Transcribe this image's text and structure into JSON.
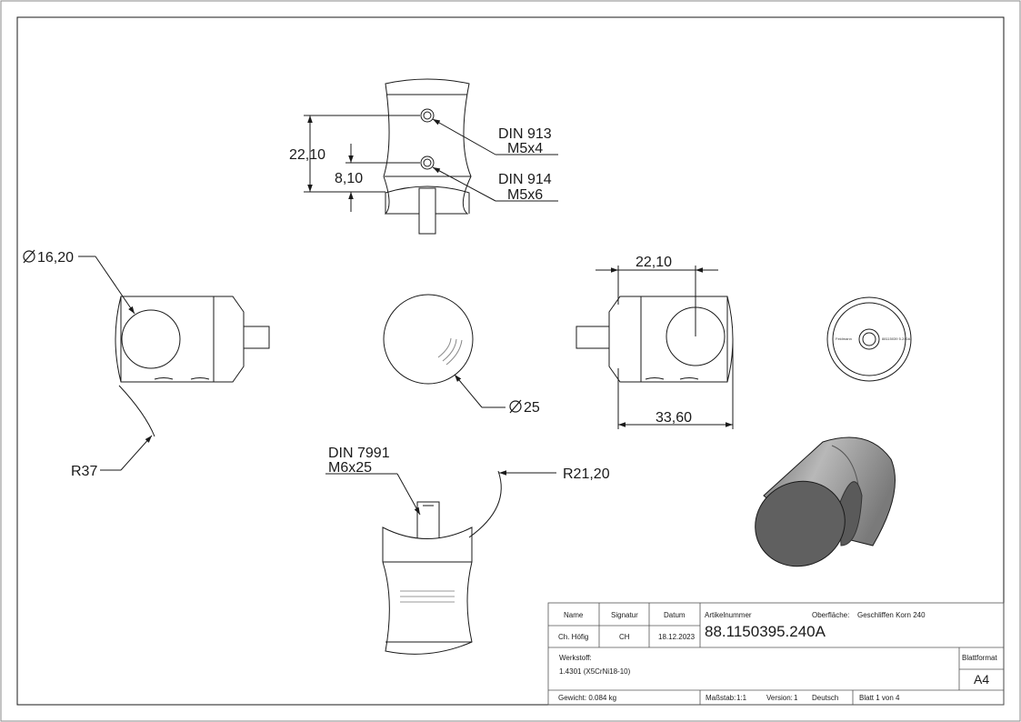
{
  "dimensions": {
    "dim_22_10_vertical": "22,10",
    "dim_8_10": "8,10",
    "din913_line1": "DIN 913",
    "din913_line2": "M5x4",
    "din914_line1": "DIN 914",
    "din914_line2": "M5x6",
    "diameter_16_20": "16,20",
    "diameter_25": "25",
    "r37": "R37",
    "dim_22_10_horizontal": "22,10",
    "dim_33_60": "33,60",
    "din7991_line1": "DIN 7991",
    "din7991_line2": "M6x25",
    "r21_20": "R21,20"
  },
  "engraving": {
    "left": "Feldmann",
    "right": "88115039 5.240A"
  },
  "title_block": {
    "name_header": "Name",
    "signature_header": "Signatur",
    "date_header": "Datum",
    "name_value": "Ch. Höfig",
    "signature_value": "CH",
    "date_value": "18.12.2023",
    "article_label": "Artikelnummer",
    "surface_label": "Oberfläche:",
    "surface_value": "Geschliffen Korn 240",
    "article_number": "88.1150395.240A",
    "material_label": "Werkstoff:",
    "material_value": "1.4301 (X5CrNi18-10)",
    "sheet_format_label": "Blattformat",
    "sheet_format_value": "A4",
    "weight": "Gewicht: 0.084 kg",
    "scale_label": "Maßstab:",
    "scale_value": "1:1",
    "version_label": "Version:",
    "version_value": "1",
    "language": "Deutsch",
    "sheet_info": "Blatt 1 von 4"
  },
  "colors": {
    "line": "#1a1a1a",
    "shade_dark": "#555555",
    "shade_light": "#d0d0d0"
  }
}
